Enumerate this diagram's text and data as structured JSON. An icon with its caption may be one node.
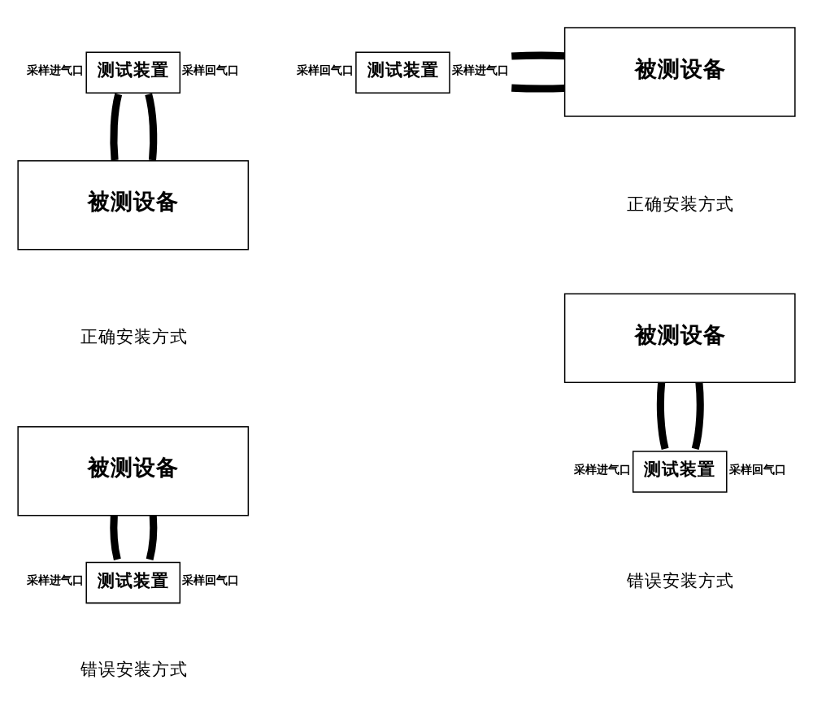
{
  "diagram": {
    "nodes": [
      {
        "text": [
          "测试装置"
        ],
        "beside": [
          "采样进气口",
          "采样回气口"
        ]
      },
      {
        "text": [
          "被测设备"
        ]
      },
      {
        "text": [
          "被测设备"
        ]
      },
      {
        "text": [
          "测试装置"
        ],
        "beside": [
          "采样回气口",
          "采样进气口"
        ]
      },
      {
        "text": [
          "被测设备"
        ]
      },
      {
        "text": [
          "测试装置"
        ],
        "beside": [
          "采样进气口",
          "采样回气口"
        ]
      },
      {
        "text": [
          "被测设备"
        ]
      },
      {
        "text": [
          "测试装置"
        ],
        "beside": [
          "采样进气口",
          "采样回气口"
        ]
      }
    ],
    "edges": [
      {
        "from": 0,
        "to": 1,
        "arrow": "none"
      },
      {
        "from": 0,
        "to": 1,
        "arrow": "none"
      },
      {
        "from": 3,
        "to": 2,
        "arrow": "none"
      },
      {
        "from": 3,
        "to": 2,
        "arrow": "none"
      },
      {
        "from": 4,
        "to": 5,
        "arrow": "none"
      },
      {
        "from": 4,
        "to": 5,
        "arrow": "none"
      },
      {
        "from": 6,
        "to": 7,
        "arrow": "none"
      },
      {
        "from": 6,
        "to": 7,
        "arrow": "none"
      }
    ],
    "labels": [
      "正确安装方式",
      "正确安装方式",
      "错误安装方式",
      "错误安装方式"
    ]
  }
}
